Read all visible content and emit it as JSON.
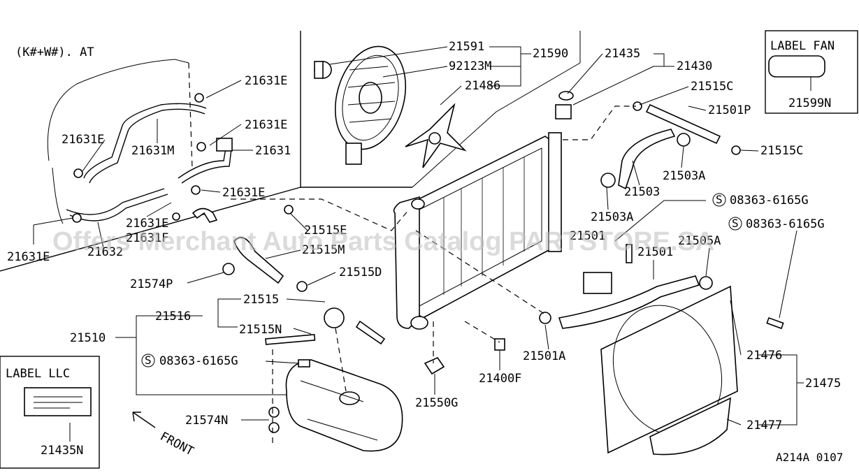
{
  "labels": {
    "variant": "(K#+W#). AT",
    "label_fan_title": "LABEL FAN",
    "label_fan_part": "21599N",
    "label_llc_title": "LABEL LLC",
    "label_llc_part": "21435N",
    "front": "FRONT",
    "drawing_code": "A214A 0107",
    "p21591": "21591",
    "p92123M": "92123M",
    "p21486": "21486",
    "p21590": "21590",
    "p21435": "21435",
    "p21430": "21430",
    "p21515C_a": "21515C",
    "p21501P": "21501P",
    "p21515C_b": "21515C",
    "p21503A_a": "21503A",
    "p21503": "21503",
    "p21503A_b": "21503A",
    "p08363_a": "08363-6165G",
    "p08363_b": "08363-6165G",
    "p21631E_1": "21631E",
    "p21631E_2": "21631E",
    "p21631E_3": "21631E",
    "p21631": "21631",
    "p21631E_4": "21631E",
    "p21631M": "21631M",
    "p21631E_5": "21631E",
    "p21631E_6": "21631E",
    "p21631F": "21631F",
    "p21632": "21632",
    "p21515E": "21515E",
    "p21515M": "21515M",
    "p21574P": "21574P",
    "p21515D": "21515D",
    "p21515": "21515",
    "p21516": "21516",
    "p21510": "21510",
    "p21515N": "21515N",
    "p08363_c": "08363-6165G",
    "p21574N": "21574N",
    "p21501": "21501",
    "p21505A": "21505A",
    "p21501A": "21501A",
    "p21400F": "21400F",
    "p21550G": "21550G",
    "p21476": "21476",
    "p21475": "21475",
    "p21477": "21477",
    "p2150x": "21501"
  },
  "watermark": "Offers Merchant Auto Parts Catalog PARTSTORE.SA"
}
